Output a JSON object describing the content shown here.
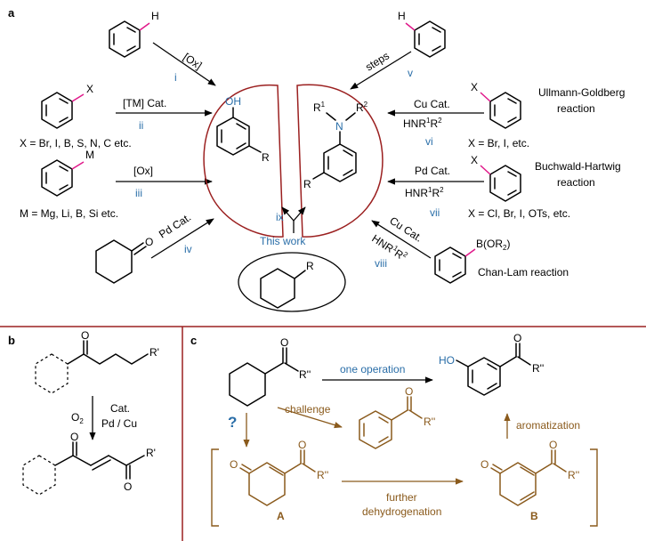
{
  "colors": {
    "ink": "#000000",
    "blue": "#2a6ea8",
    "brown": "#8a5a1c",
    "red": "#9b2020",
    "magenta": "#e0198a"
  },
  "panel_a": {
    "label": "a",
    "atom_H": "H",
    "atom_X": "X",
    "atom_M": "M",
    "atom_O": "O",
    "atom_R": "R",
    "atom_N": "N",
    "atom_OH": "OH",
    "R1": "R",
    "R1_sup": "1",
    "R2": "R",
    "R2_sup": "2",
    "boronate": "B(OR",
    "boronate_sub": "2",
    "boronate_close": ")",
    "cond_i": "[Ox]",
    "num_i": "i",
    "cond_ii": "[TM] Cat.",
    "num_ii": "ii",
    "note_ii": "X = Br, I, B, S, N, C etc.",
    "cond_iii": "[Ox]",
    "num_iii": "iii",
    "note_iii": "M = Mg, Li, B, Si etc.",
    "cond_iv": "Pd Cat.",
    "num_iv": "iv",
    "cond_v": "steps",
    "num_v": "v",
    "cond_vi": "Cu Cat.",
    "amine": "HNR",
    "amine_sup1": "1",
    "amine_mid": "R",
    "amine_sup2": "2",
    "num_vi": "vi",
    "note_vi": "X = Br, I, etc.",
    "name_vi_1": "Ullmann-Goldberg",
    "name_vi_2": "reaction",
    "cond_vii": "Pd Cat.",
    "num_vii": "vii",
    "note_vii": "X = Cl, Br, I, OTs, etc.",
    "name_vii_1": "Buchwald-Hartwig",
    "name_vii_2": "reaction",
    "cond_viii": "Cu Cat.",
    "num_viii": "viii",
    "name_viii": "Chan-Lam reaction",
    "num_ix": "ix",
    "this_work": "This work"
  },
  "panel_b": {
    "label": "b",
    "atom_O": "O",
    "R_prime": "R'",
    "cond_1": "Cat.",
    "cond_2": "Pd / Cu",
    "oxidant": "O",
    "oxidant_sub": "2"
  },
  "panel_c": {
    "label": "c",
    "atom_O": "O",
    "atom_HO": "HO",
    "R_dprime": "R''",
    "one_operation": "one operation",
    "challenge": "challenge",
    "question": "?",
    "aromatization": "aromatization",
    "further_1": "further",
    "further_2": "dehydrogenation",
    "label_A": "A",
    "label_B": "B"
  }
}
